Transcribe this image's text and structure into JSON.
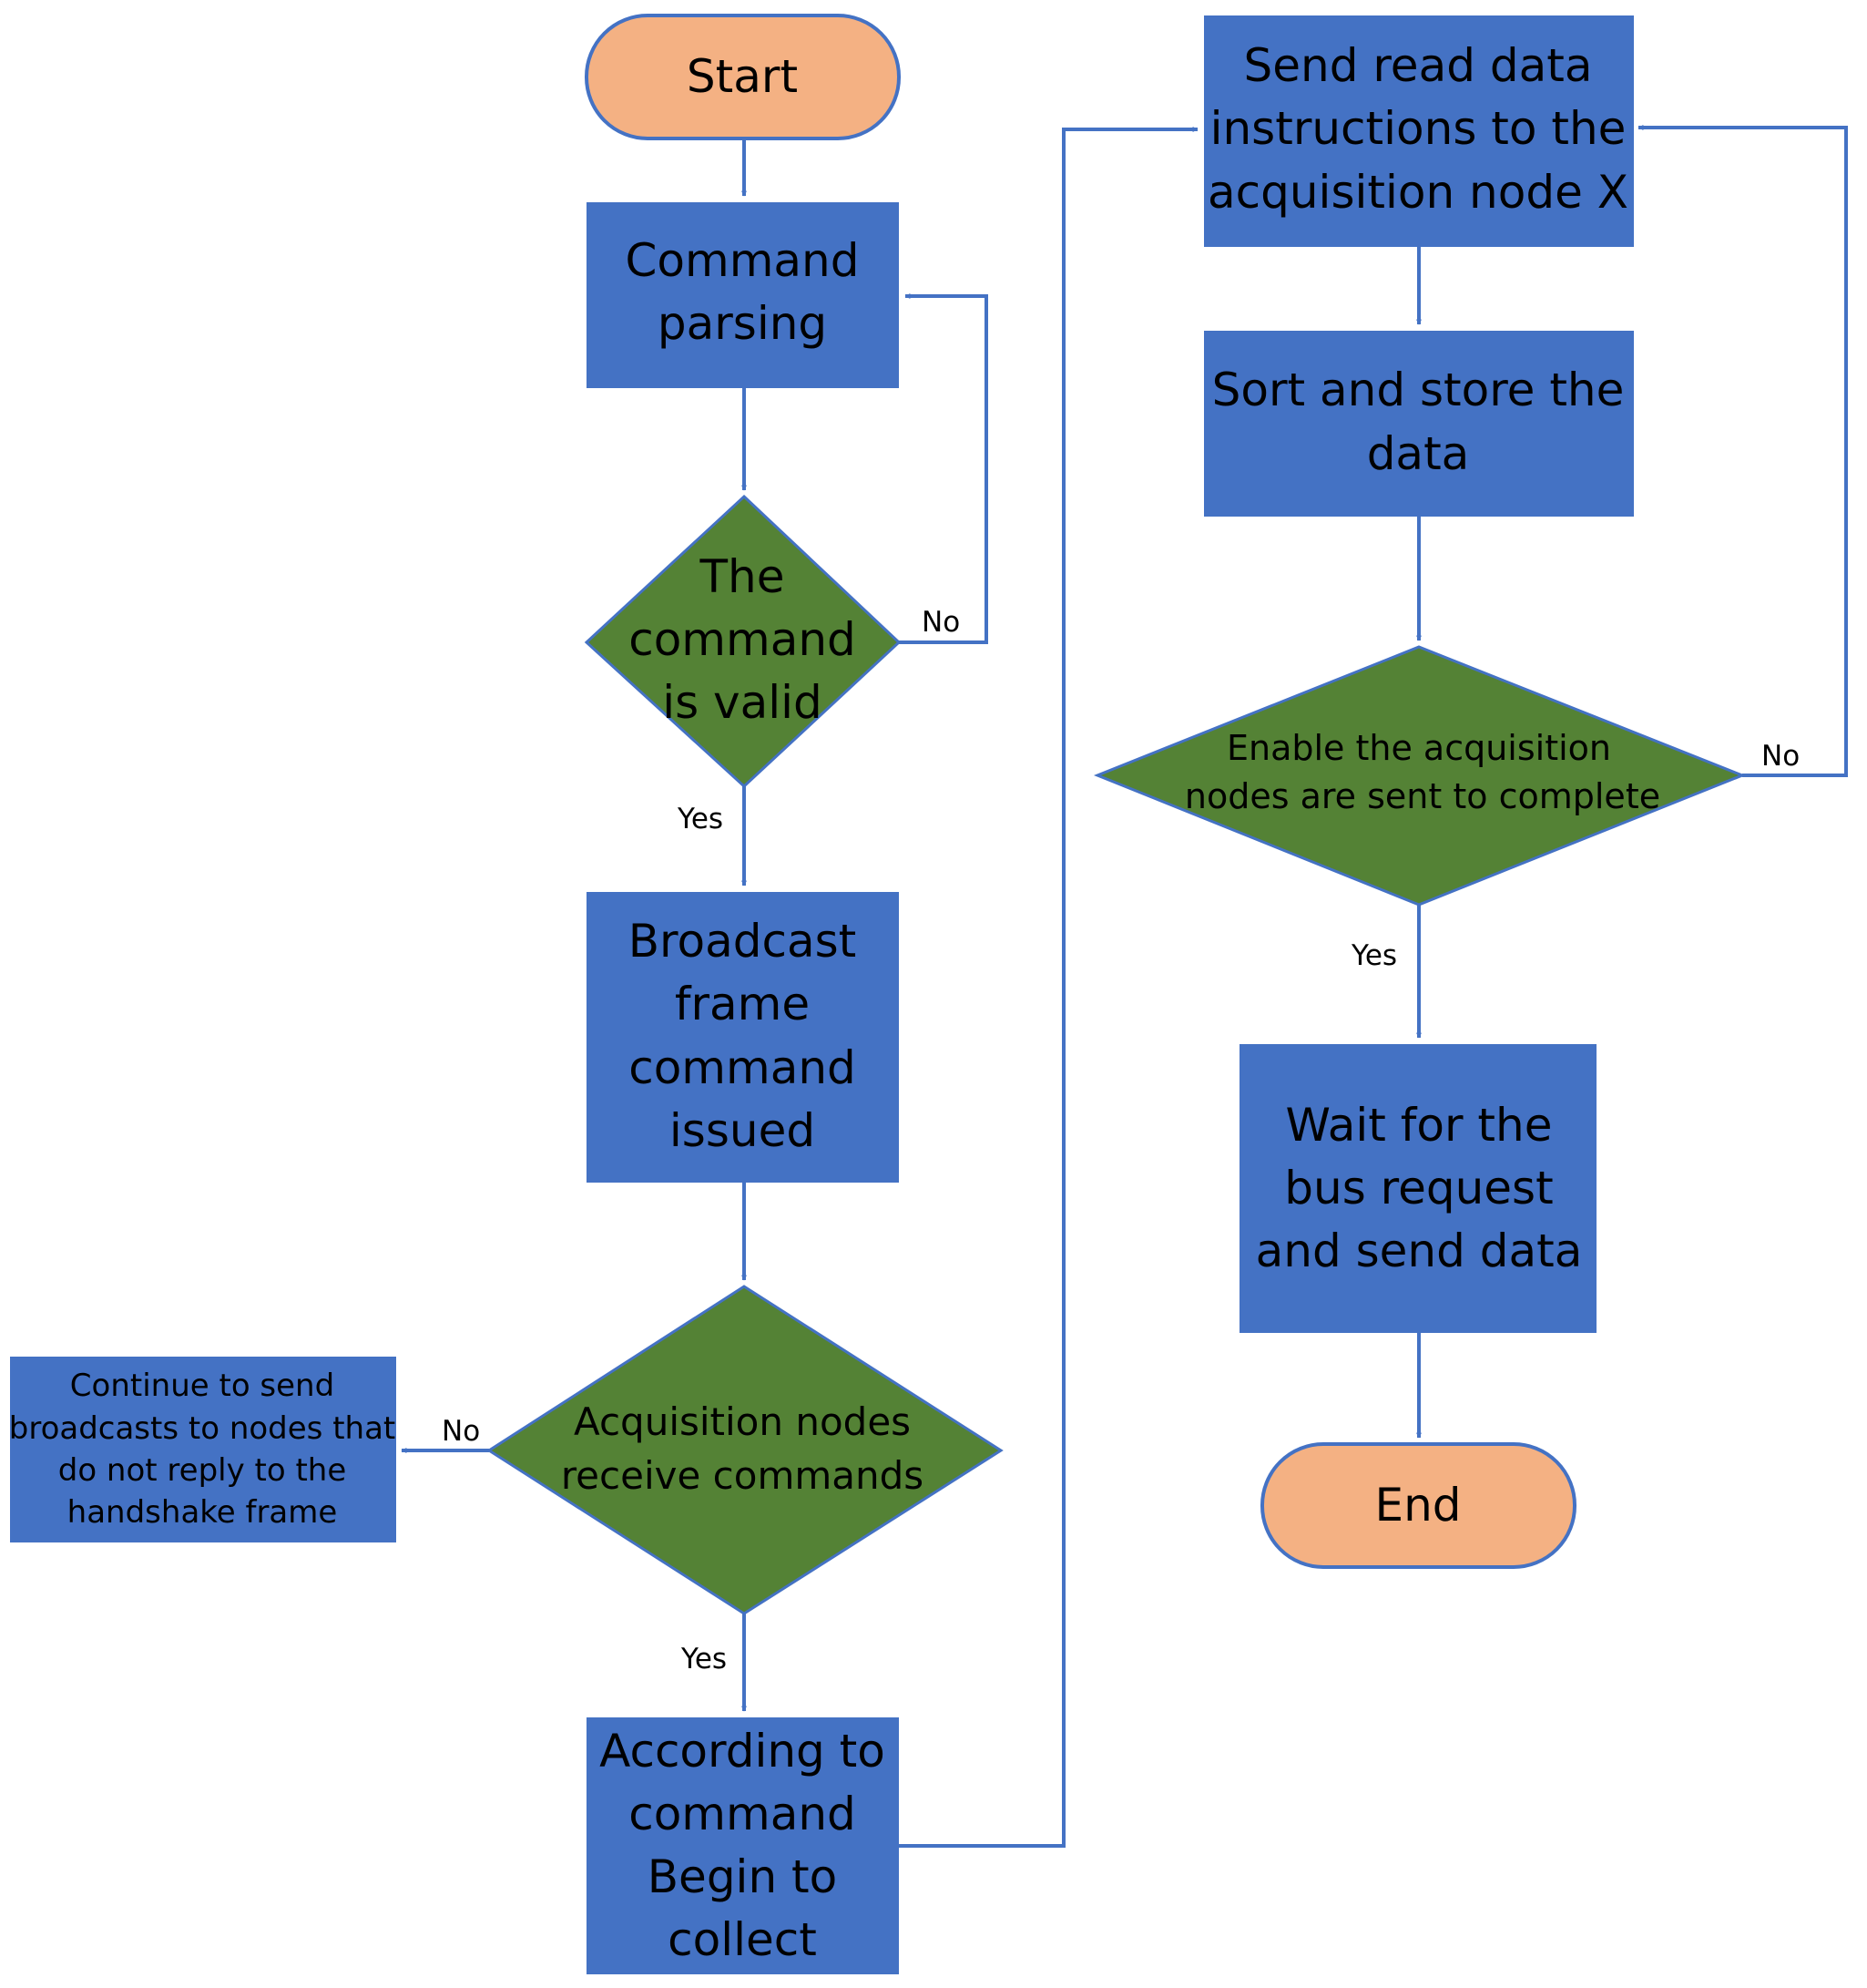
{
  "colors": {
    "process_fill": "#4472C4",
    "decision_fill": "#548235",
    "terminal_fill": "#F4B183",
    "edge": "#4472C4",
    "text": "#000000"
  },
  "nodes": {
    "start": "Start",
    "command_parsing": [
      "Command",
      "parsing"
    ],
    "command_valid": [
      "The",
      "command",
      "is valid"
    ],
    "broadcast": [
      "Broadcast",
      "frame",
      "command",
      "issued"
    ],
    "nodes_receive": [
      "Acquisition nodes",
      "receive commands"
    ],
    "continue_send": [
      "Continue to send",
      "broadcasts to nodes that",
      "do not reply to the",
      "handshake frame"
    ],
    "begin_collect": [
      "According to",
      "command",
      "Begin to",
      "collect"
    ],
    "send_read": [
      "Send read data",
      "instructions to the",
      "acquisition node X"
    ],
    "sort_store": [
      "Sort and store the",
      "data"
    ],
    "enable_complete": [
      "Enable the acquisition",
      "nodes are sent to complete"
    ],
    "wait_send": [
      "Wait for the",
      "bus request",
      "and send data"
    ],
    "end": "End"
  },
  "edge_labels": {
    "valid_no": "No",
    "valid_yes": "Yes",
    "receive_no": "No",
    "receive_yes": "Yes",
    "complete_no": "No",
    "complete_yes": "Yes"
  }
}
